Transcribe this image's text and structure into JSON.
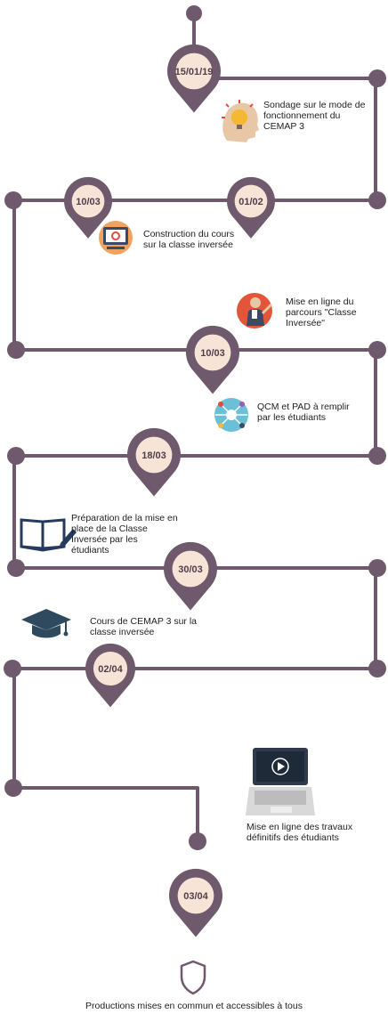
{
  "colors": {
    "line": "#6e5a6c",
    "pin": "#6e5a6c",
    "pin_center": "#f7e4d6",
    "label": "#4f3e4b"
  },
  "milestones": [
    {
      "date": "15/01/19",
      "caption": "Sondage sur le mode de fonctionnement du CEMAP 3",
      "icon": "head-lightbulb-icon"
    },
    {
      "date": "10/03",
      "caption": "Construction du cours sur la classe inversée",
      "icon": "screen-settings-icon"
    },
    {
      "date": "01/02",
      "caption": "",
      "icon": ""
    },
    {
      "date": "10/03",
      "caption": "Mise en ligne du parcours \"Classe Inversée\"",
      "icon": "presenter-icon"
    },
    {
      "date": "",
      "caption": "QCM et PAD à remplir par les étudiants",
      "icon": "network-icon"
    },
    {
      "date": "18/03",
      "caption": "Préparation de la mise en place de la Classe Inversée par les étudiants",
      "icon": "book-pencil-icon"
    },
    {
      "date": "30/03",
      "caption": "Cours de CEMAP 3 sur la classe inversée",
      "icon": "graduation-cap-icon"
    },
    {
      "date": "02/04",
      "caption": "",
      "icon": ""
    },
    {
      "date": "",
      "caption": "Mise en ligne des travaux définitifs des étudiants",
      "icon": "laptop-video-icon"
    },
    {
      "date": "03/04",
      "caption": "",
      "icon": ""
    },
    {
      "date": "",
      "caption": "Productions mises en commun et accessibles à tous",
      "icon": "shield-icon"
    }
  ]
}
